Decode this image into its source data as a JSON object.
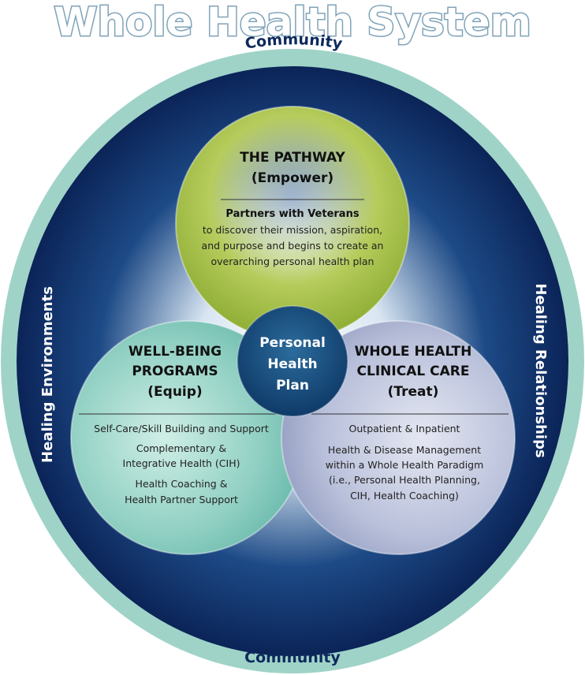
{
  "title": "Whole Health System",
  "ring": {
    "top": "Community",
    "bottom": "Community",
    "left": "Healing Environments",
    "right": "Healing Relationships"
  },
  "pathway": {
    "title": "THE PATHWAY",
    "subtitle": "(Empower)",
    "lead": "Partners with Veterans",
    "lines": [
      "to discover their mission, aspiration,",
      "and purpose and begins to create an",
      "overarching personal health plan"
    ]
  },
  "wellbeing": {
    "title_lines": [
      "WELL-BEING",
      "PROGRAMS",
      "(Equip)"
    ],
    "items": [
      "Self-Care/Skill Building and Support",
      "Complementary &",
      "Integrative Health (CIH)",
      "Health Coaching &",
      "Health Partner Support"
    ]
  },
  "clinical": {
    "title_lines": [
      "WHOLE HEALTH",
      "CLINICAL CARE",
      "(Treat)"
    ],
    "items": [
      "Outpatient & Inpatient",
      "Health & Disease Management",
      "within a Whole Health Paradigm",
      "(i.e., Personal Health Planning,",
      "CIH, Health Coaching)"
    ]
  },
  "center": {
    "lines": [
      "Personal",
      "Health",
      "Plan"
    ]
  },
  "colors": {
    "title_outline": "#7fa3b8",
    "ring": "#9fd3c8",
    "navy": "#0d2a5c",
    "green": "#a9c24a",
    "teal": "#8fcfc2",
    "lavender": "#b9c0da",
    "center": "#1a4d7c"
  }
}
